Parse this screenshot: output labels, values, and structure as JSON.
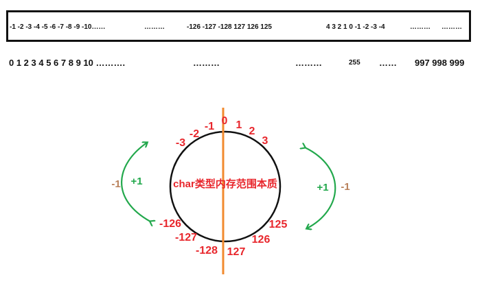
{
  "box_row": {
    "seg1": "-1 -2 -3 -4 -5 -6 -7 -8 -9 -10……",
    "seg2": "………",
    "seg3": "-126 -127 -128 127 126 125",
    "seg4": "4 3 2 1 0 -1 -2 -3 -4",
    "seg5": "………",
    "seg6": "………"
  },
  "number_row": {
    "seg1": "0 1 2 3 4 5 6 7 8 9 10 ……….",
    "seg2": "………",
    "seg3": "………",
    "seg4": "255",
    "seg5": "……",
    "seg6": "997 998 999"
  },
  "circle": {
    "title": "char类型内存范围本质",
    "top_labels": {
      "zero": "0",
      "one": "1",
      "two": "2",
      "three": "3",
      "neg1": "-1",
      "neg2": "-2",
      "neg3": "-3"
    },
    "bottom_labels": {
      "n126": "-126",
      "n127": "-127",
      "n128": "-128",
      "p127": "127",
      "p126": "126",
      "p125": "125"
    }
  },
  "left_arrow": {
    "plus": "+1",
    "minus": "-1"
  },
  "right_arrow": {
    "plus": "+1",
    "minus": "-1"
  },
  "colors": {
    "red": "#e8262c",
    "green": "#22a84c",
    "orange": "#f28a2e",
    "brown": "#b9805a"
  }
}
